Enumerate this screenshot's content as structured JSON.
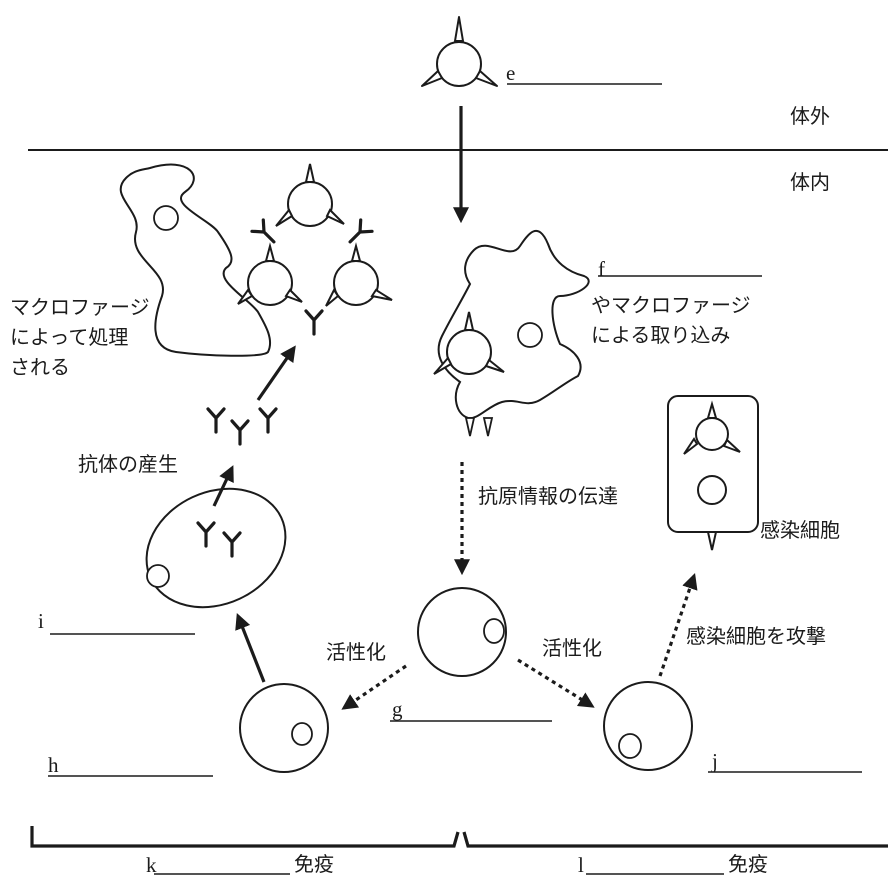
{
  "labels": {
    "e": "e",
    "f": "f",
    "g": "g",
    "h": "h",
    "i": "i",
    "j": "j",
    "k": "k",
    "l": "l"
  },
  "regions": {
    "outside": "体外",
    "inside": "体内"
  },
  "texts": {
    "macrophage_process": "マクロファージ\nによって処理\nされる",
    "uptake": "やマクロファージ\nによる取り込み",
    "antibody_production": "抗体の産生",
    "antigen_info": "抗原情報の伝達",
    "activation_left": "活性化",
    "activation_right": "活性化",
    "attack_infected": "感染細胞を攻撃",
    "infected_cell": "感染細胞",
    "immunity_k": "免疫",
    "immunity_l": "免疫"
  }
}
